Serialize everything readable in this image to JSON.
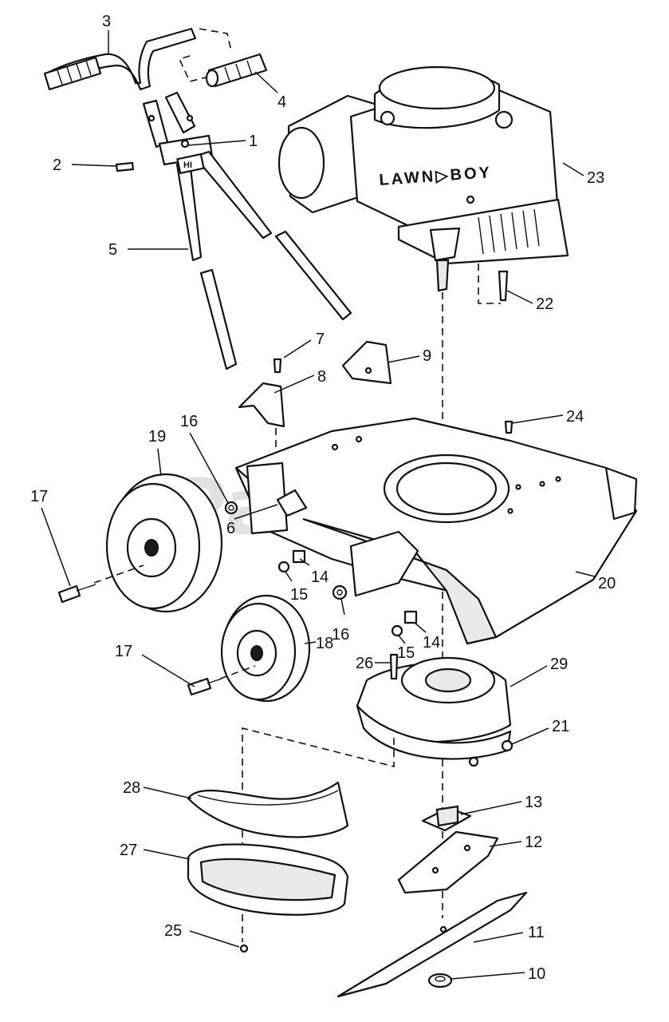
{
  "brand_text": "LAWN▷BOY",
  "handle_label": "HI",
  "watermark": "PartsTree",
  "callouts": [
    "1",
    "2",
    "3",
    "4",
    "5",
    "6",
    "7",
    "8",
    "9",
    "10",
    "11",
    "12",
    "13",
    "14",
    "15",
    "16",
    "17",
    "18",
    "19",
    "20",
    "21",
    "22",
    "23",
    "24",
    "25",
    "26",
    "27",
    "28",
    "29",
    "14",
    "15",
    "16",
    "17"
  ]
}
